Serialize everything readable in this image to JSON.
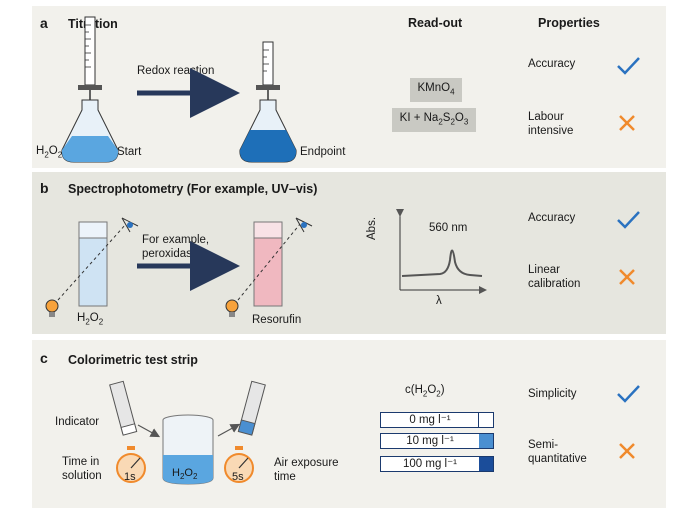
{
  "headers": {
    "readout": "Read-out",
    "properties": "Properties"
  },
  "panel_a": {
    "letter": "a",
    "title": "Titration",
    "arrow_label": "Redox reaction",
    "h2o2": "H2O2",
    "start": "Start",
    "endpoint": "Endpoint",
    "readout_1": "KMnO4",
    "readout_2": "KI + Na2S2O3",
    "prop_1": "Accuracy",
    "prop_2": "Labour intensive"
  },
  "panel_b": {
    "letter": "b",
    "title": "Spectrophotometry (For example, UV–vis)",
    "arrow_label_1": "For example,",
    "arrow_label_2": "peroxidase",
    "h2o2": "H2O2",
    "product": "Resorufin",
    "peak_label": "560 nm",
    "y_axis": "Abs.",
    "x_axis": "λ",
    "prop_1": "Accuracy",
    "prop_2": "Linear calibration"
  },
  "panel_c": {
    "letter": "c",
    "title": "Colorimetric test strip",
    "indicator": "Indicator",
    "time_in_solution": "Time in solution",
    "timer_1": "1s",
    "timer_2": "5s",
    "beaker_label": "H2O2",
    "air_exposure": "Air exposure time",
    "conc_label": "c(H2O2)",
    "strips": [
      "0 mg l⁻¹",
      "10 mg l⁻¹",
      "100 mg l⁻¹"
    ],
    "strip_colors": [
      "#ffffff",
      "#4a8fd1",
      "#1b4d9a"
    ],
    "prop_1": "Simplicity",
    "prop_2": "Semi-quantitative"
  },
  "colors": {
    "check": "#2a72c0",
    "cross": "#f08a2c",
    "arrow": "#27385a",
    "liquid_light": "#5aa6e0",
    "liquid_dark": "#1e6fb8",
    "pink": "#f0b8c0"
  }
}
